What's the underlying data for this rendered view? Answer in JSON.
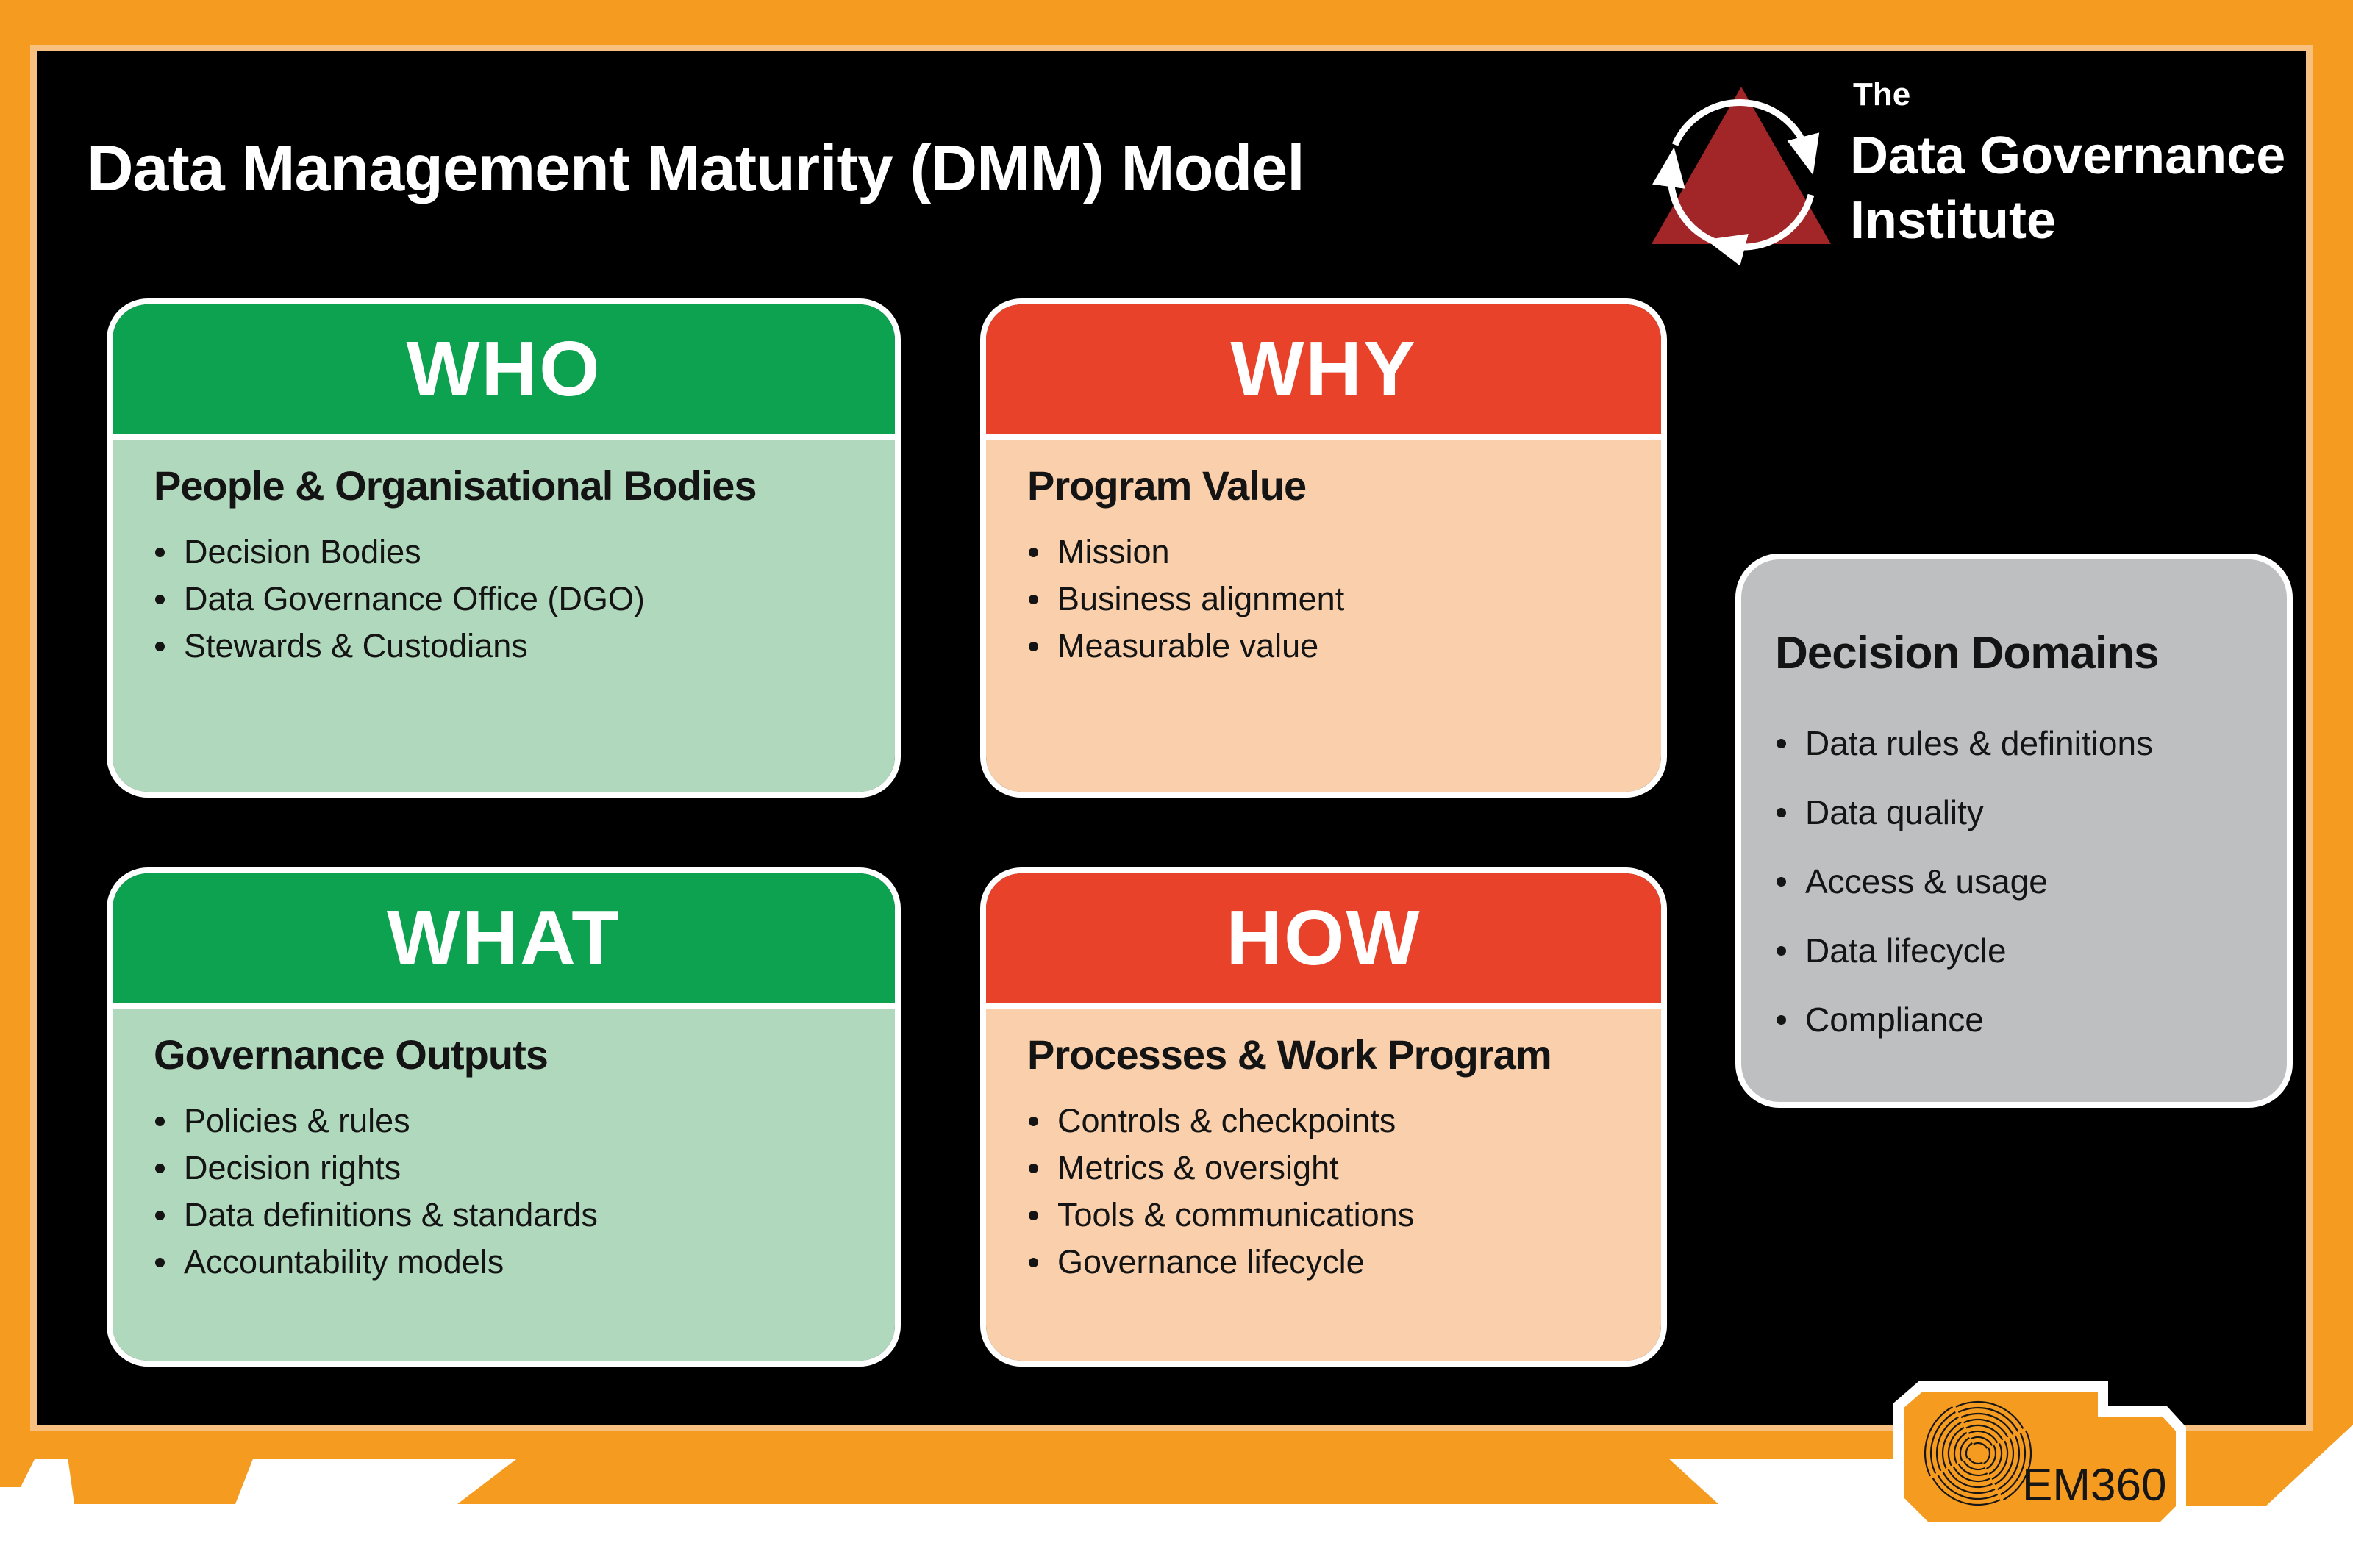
{
  "title": "Data Management Maturity (DMM) Model",
  "logo": {
    "the": "The",
    "name_line1": "Data Governance",
    "name_line2": "Institute"
  },
  "cards": [
    {
      "label": "WHO",
      "heading": "People & Organisational Bodies",
      "items": [
        "Decision Bodies",
        "Data Governance Office (DGO)",
        "Stewards & Custodians"
      ],
      "header_color": "#0ca24f",
      "body_color": "#b0d8bc"
    },
    {
      "label": "WHY",
      "heading": "Program Value",
      "items": [
        "Mission",
        "Business alignment",
        "Measurable value"
      ],
      "header_color": "#e8432a",
      "body_color": "#f9cfac"
    },
    {
      "label": "WHAT",
      "heading": "Governance Outputs",
      "items": [
        "Policies & rules",
        "Decision rights",
        "Data definitions & standards",
        "Accountability models"
      ],
      "header_color": "#0ca24f",
      "body_color": "#b0d8bc"
    },
    {
      "label": "HOW",
      "heading": "Processes & Work Program",
      "items": [
        "Controls & checkpoints",
        "Metrics & oversight",
        "Tools & communications",
        "Governance lifecycle"
      ],
      "header_color": "#e8432a",
      "body_color": "#f9cfac"
    }
  ],
  "side_panel": {
    "heading": "Decision Domains",
    "items": [
      "Data rules & definitions",
      "Data quality",
      "Access & usage",
      "Data lifecycle",
      "Compliance"
    ],
    "bg_color": "#bdbfc1"
  },
  "badge": {
    "text": "EM360"
  },
  "colors": {
    "frame_orange": "#f59b20",
    "frame_light": "#f8c07f",
    "panel_black": "#000000",
    "logo_triangle_red": "#a22528"
  }
}
